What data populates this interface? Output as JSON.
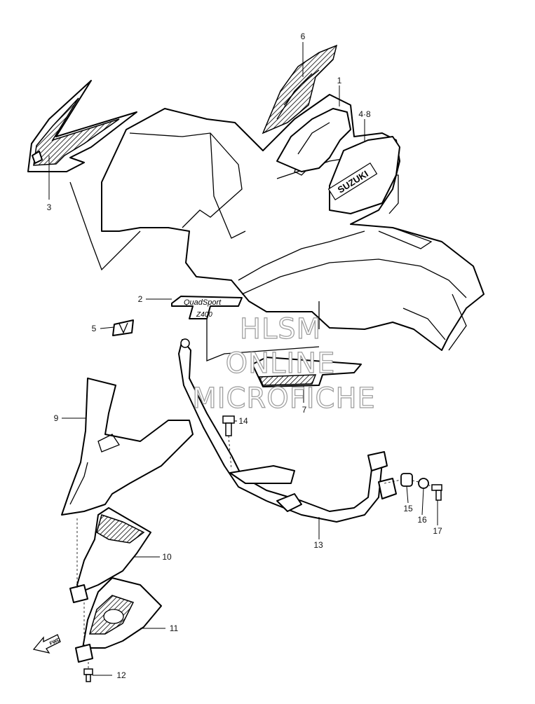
{
  "callouts": [
    {
      "id": "c1",
      "label": "1"
    },
    {
      "id": "c2",
      "label": "2"
    },
    {
      "id": "c3",
      "label": "3"
    },
    {
      "id": "c48",
      "label": "4·8"
    },
    {
      "id": "c5",
      "label": "5"
    },
    {
      "id": "c6",
      "label": "6"
    },
    {
      "id": "c7",
      "label": "7"
    },
    {
      "id": "c9",
      "label": "9"
    },
    {
      "id": "c10",
      "label": "10"
    },
    {
      "id": "c11",
      "label": "11"
    },
    {
      "id": "c12",
      "label": "12"
    },
    {
      "id": "c13",
      "label": "13"
    },
    {
      "id": "c14",
      "label": "14"
    },
    {
      "id": "c15",
      "label": "15"
    },
    {
      "id": "c16",
      "label": "16"
    },
    {
      "id": "c17",
      "label": "17"
    }
  ],
  "decals": {
    "brand": "SUZUKI",
    "model_script": "QuadSport",
    "model_number": "Z400"
  },
  "watermark": [
    "HLSM",
    "ONLINE",
    "MICROFICHE"
  ],
  "fwd_label": "FWD"
}
